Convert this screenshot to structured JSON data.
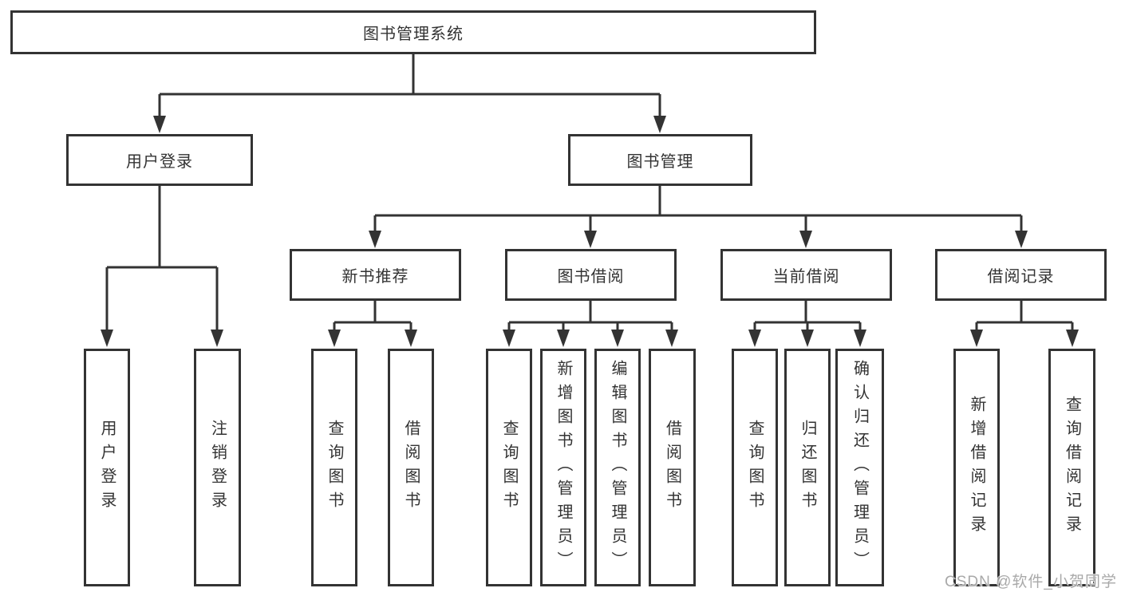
{
  "diagram": {
    "title": "图书管理系统",
    "root": "图书管理系统",
    "level2": {
      "user_login": "用户登录",
      "book_mgmt": "图书管理"
    },
    "level3": {
      "new_books": "新书推荐",
      "borrow": "图书借阅",
      "current": "当前借阅",
      "records": "借阅记录"
    },
    "leaves": {
      "user_login": [
        "用户登录",
        "注销登录"
      ],
      "new_books": [
        "查询图书",
        "借阅图书"
      ],
      "borrow": [
        "查询图书",
        "新增图书（管理员）",
        "编辑图书（管理员）",
        "借阅图书"
      ],
      "current": [
        "查询图书",
        "归还图书",
        "确认归还（管理员）"
      ],
      "records": [
        "新增借阅记录",
        "查询借阅记录"
      ]
    },
    "colors": {
      "line": "#333333",
      "text": "#333333",
      "box_fill": "#ffffff",
      "watermark": "#a9a9a9",
      "background": "#ffffff"
    },
    "watermark": "CSDN @软件_小贺同学"
  }
}
